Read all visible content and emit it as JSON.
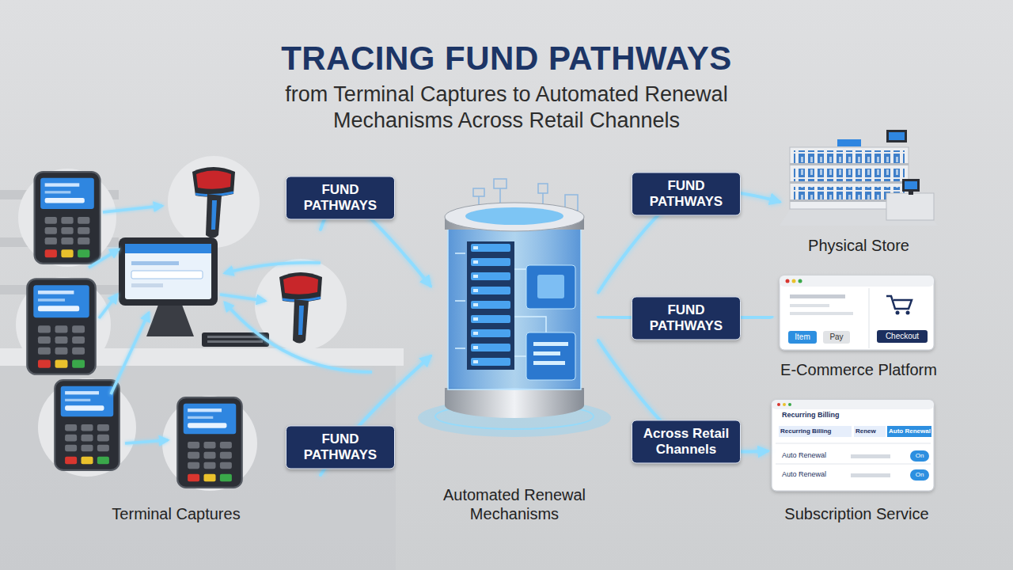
{
  "diagram": {
    "title": "TRACING FUND PATHWAYS",
    "nodes": [
      {
        "text": [
          "Terminal Captures"
        ]
      },
      {
        "text": [
          "Automated Renewal Mechanisms"
        ]
      },
      {
        "text": [
          "Physical Store"
        ]
      },
      {
        "text": [
          "E-Commerce Platform"
        ]
      },
      {
        "text": [
          "Subscription Service"
        ]
      }
    ],
    "edges": [
      {
        "from": 0,
        "to": 1,
        "arrow": "to",
        "label": "FUND PATHWAYS"
      },
      {
        "from": 0,
        "to": 1,
        "arrow": "to",
        "label": "FUND PATHWAYS"
      },
      {
        "from": 1,
        "to": 2,
        "arrow": "to",
        "label": "FUND PATHWAYS"
      },
      {
        "from": 1,
        "to": 3,
        "arrow": "to",
        "label": "FUND PATHWAYS"
      },
      {
        "from": 1,
        "to": 4,
        "arrow": "to",
        "label": "Across Retail Channels"
      }
    ],
    "labels": [
      "from Terminal Captures to Automated Renewal Mechanisms Across Retail Channels",
      "Item",
      "Pay",
      "Checkout",
      "Recurring Billing",
      "Recurring Billing",
      "Renew",
      "Auto Renewal",
      "Auto Renewal",
      "Auto Renewal",
      "On",
      "On"
    ]
  }
}
